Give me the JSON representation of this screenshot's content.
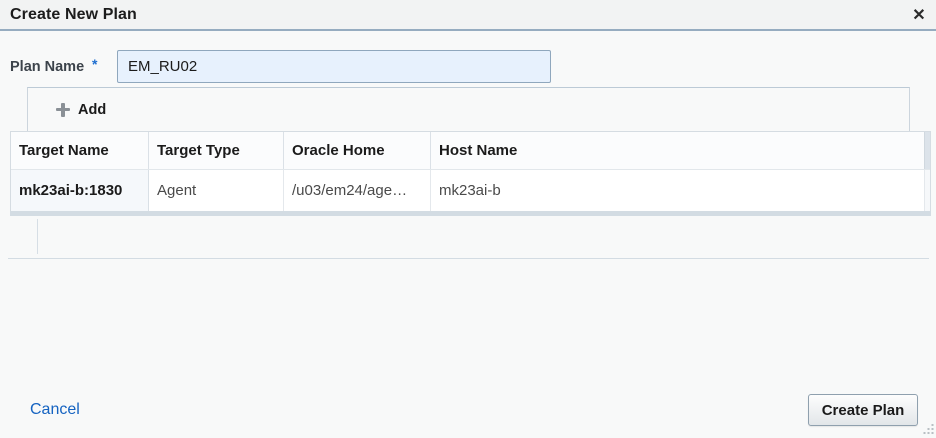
{
  "dialog": {
    "title": "Create New Plan",
    "close_glyph": "✕"
  },
  "form": {
    "plan_name_label": "Plan Name",
    "required_marker": "*",
    "plan_name_value": "EM_RU02"
  },
  "toolbar": {
    "add_label": "Add"
  },
  "table": {
    "columns": [
      "Target Name",
      "Target Type",
      "Oracle Home",
      "Host Name"
    ],
    "rows": [
      [
        "mk23ai-b:1830",
        "Agent",
        "/u03/em24/age…",
        "mk23ai-b"
      ]
    ]
  },
  "footer": {
    "cancel_label": "Cancel",
    "create_label": "Create Plan"
  },
  "colors": {
    "accent_blue": "#1563c1",
    "input_bg": "#e7f1fd",
    "titlebar_divider": "#96acc0",
    "table_border": "#d5dce2"
  }
}
